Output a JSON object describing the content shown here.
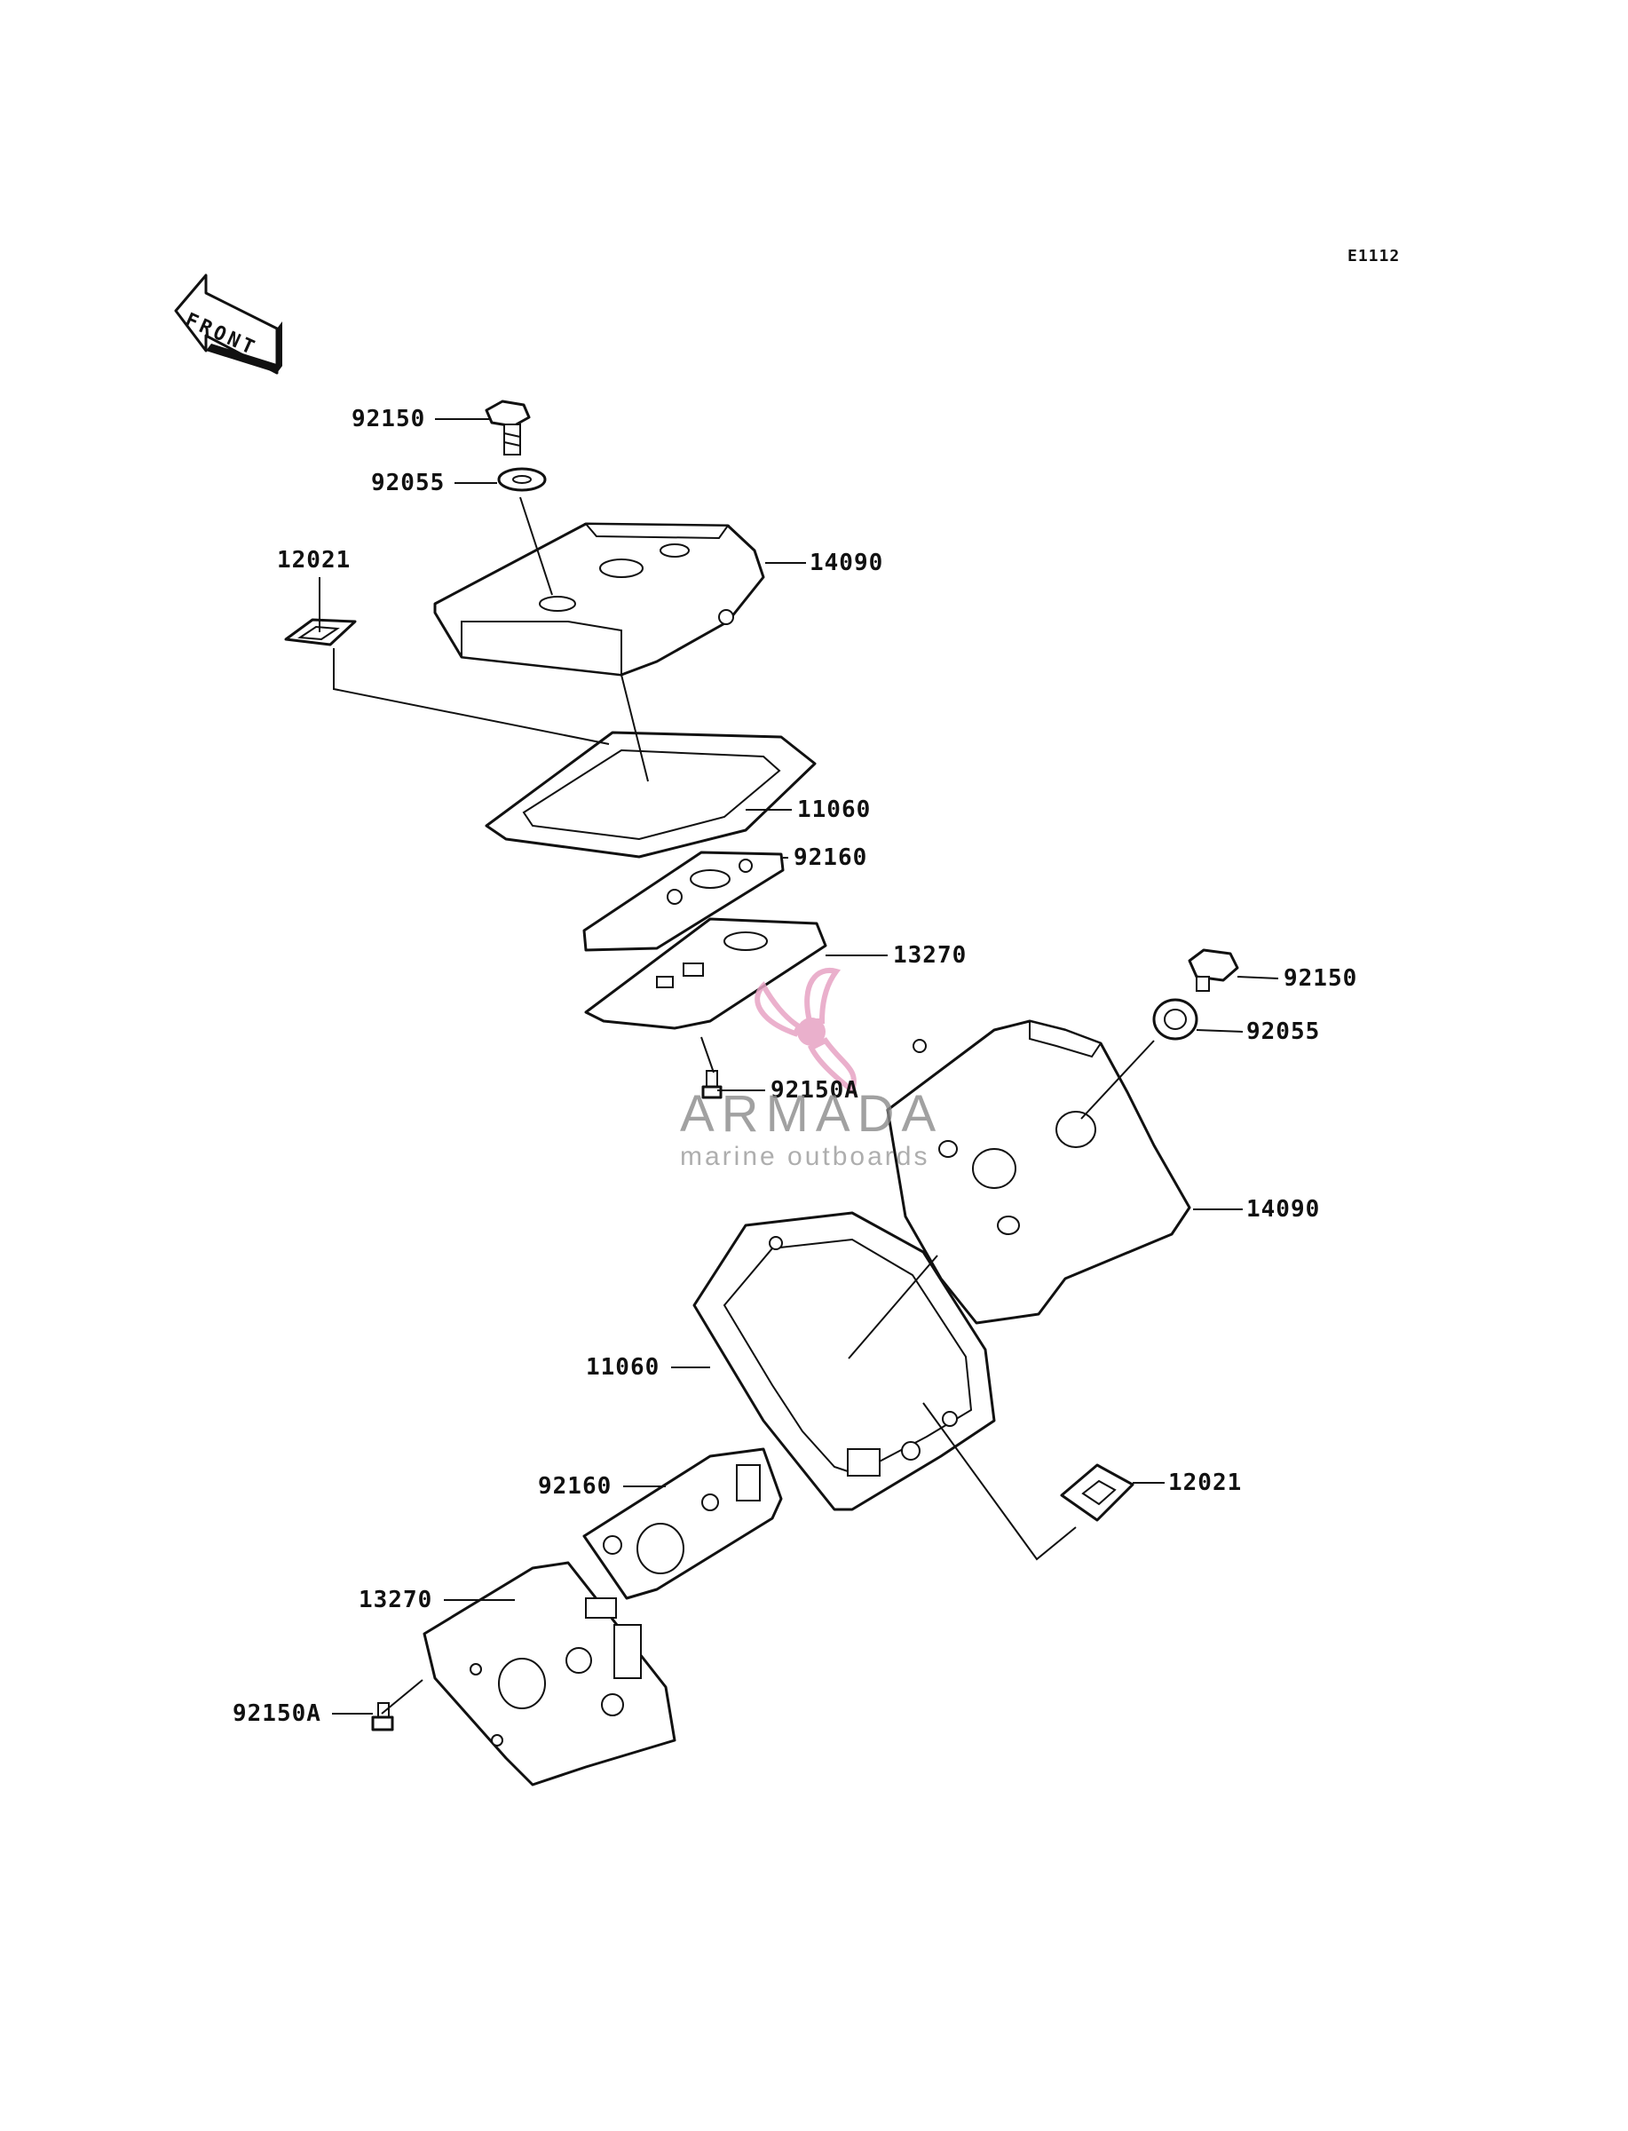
{
  "diagram_code": "E1112",
  "front_label": "FRONT",
  "callouts": [
    {
      "id": "c1",
      "text": "92150"
    },
    {
      "id": "c2",
      "text": "92055"
    },
    {
      "id": "c3",
      "text": "12021"
    },
    {
      "id": "c4",
      "text": "14090"
    },
    {
      "id": "c5",
      "text": "11060"
    },
    {
      "id": "c6",
      "text": "92160"
    },
    {
      "id": "c7",
      "text": "13270"
    },
    {
      "id": "c8",
      "text": "92150A"
    },
    {
      "id": "c9",
      "text": "92150"
    },
    {
      "id": "c10",
      "text": "92055"
    },
    {
      "id": "c11",
      "text": "14090"
    },
    {
      "id": "c12",
      "text": "11060"
    },
    {
      "id": "c13",
      "text": "92160"
    },
    {
      "id": "c14",
      "text": "12021"
    },
    {
      "id": "c15",
      "text": "13270"
    },
    {
      "id": "c16",
      "text": "92150A"
    }
  ],
  "watermark": {
    "name": "ARMADA",
    "tagline": "marine outboards",
    "accent_color": "#e7a3c4"
  }
}
